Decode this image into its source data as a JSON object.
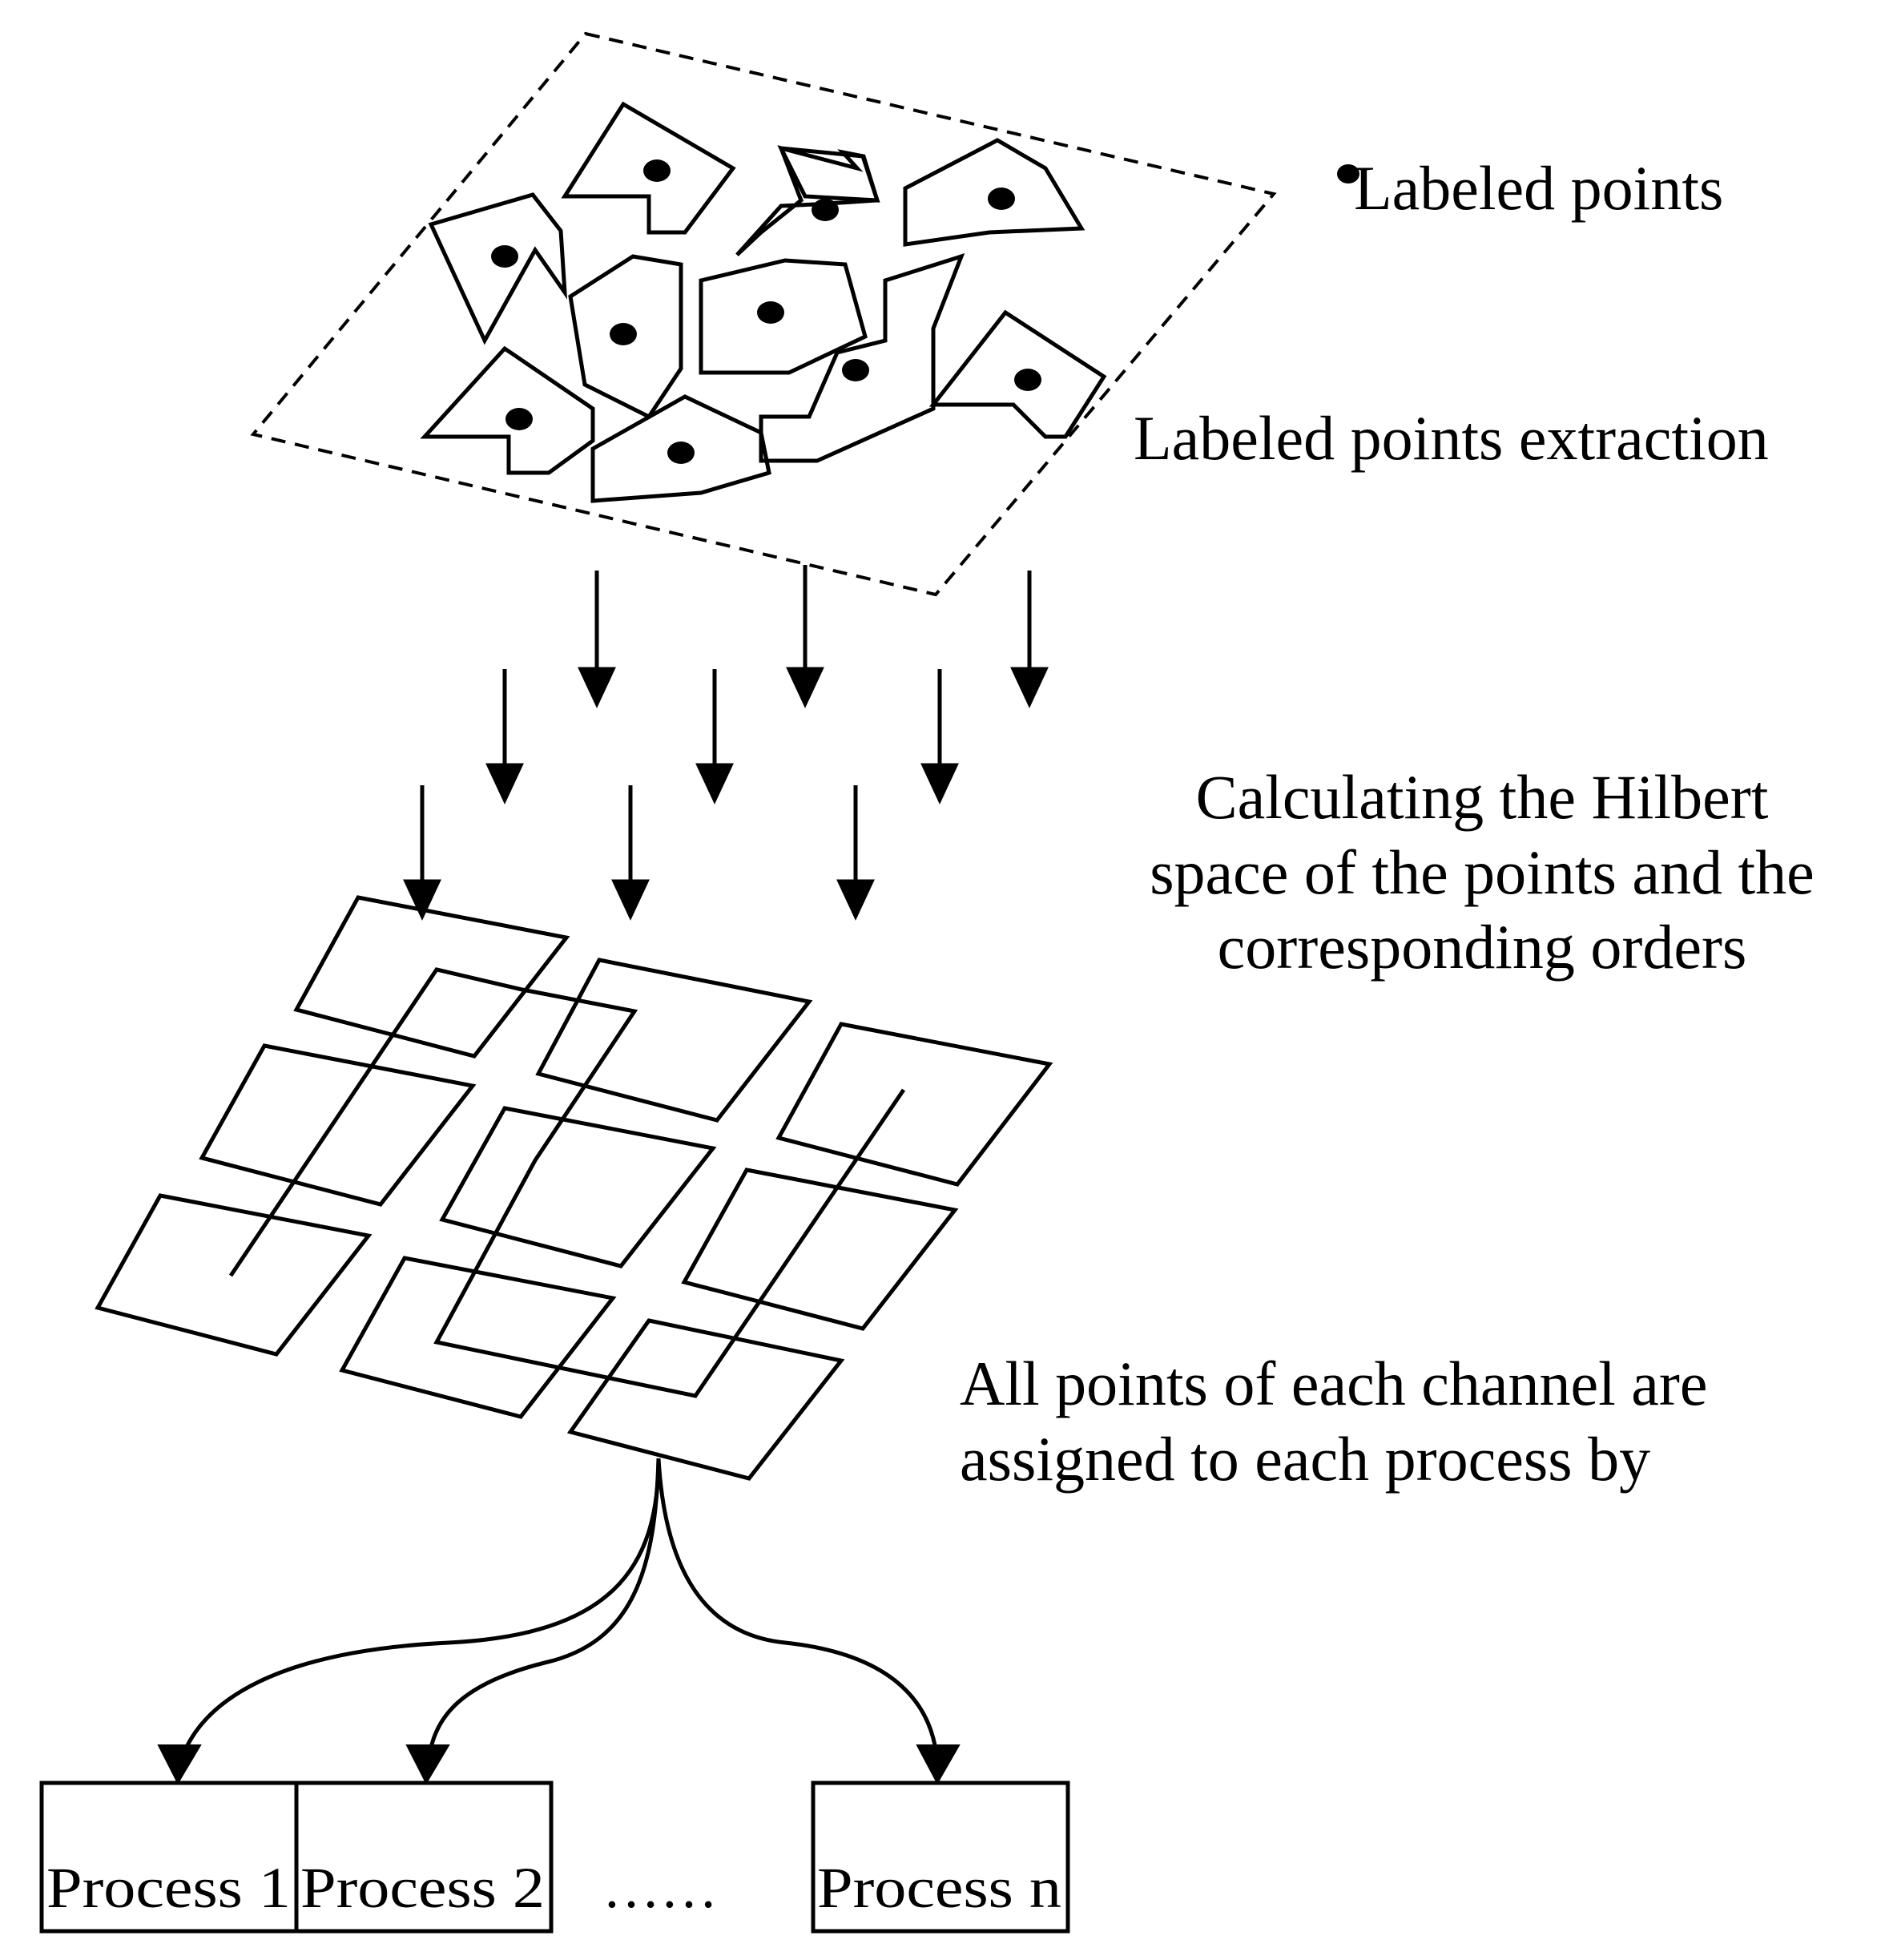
{
  "legend": {
    "labeled_points": "Labeled points"
  },
  "steps": {
    "extraction": "Labeled points extraction",
    "hilbert_line1": "Calculating the Hilbert",
    "hilbert_line2": "space of the points and the",
    "hilbert_line3": "corresponding orders",
    "assign_line1": "All points of each channel are",
    "assign_line2": "assigned to each process by"
  },
  "processes": {
    "p1": "Process  1",
    "p2": "Process 2",
    "ellipsis": "……",
    "pn": "Process n"
  },
  "colors": {
    "ink": "#000000",
    "background": "#ffffff"
  }
}
